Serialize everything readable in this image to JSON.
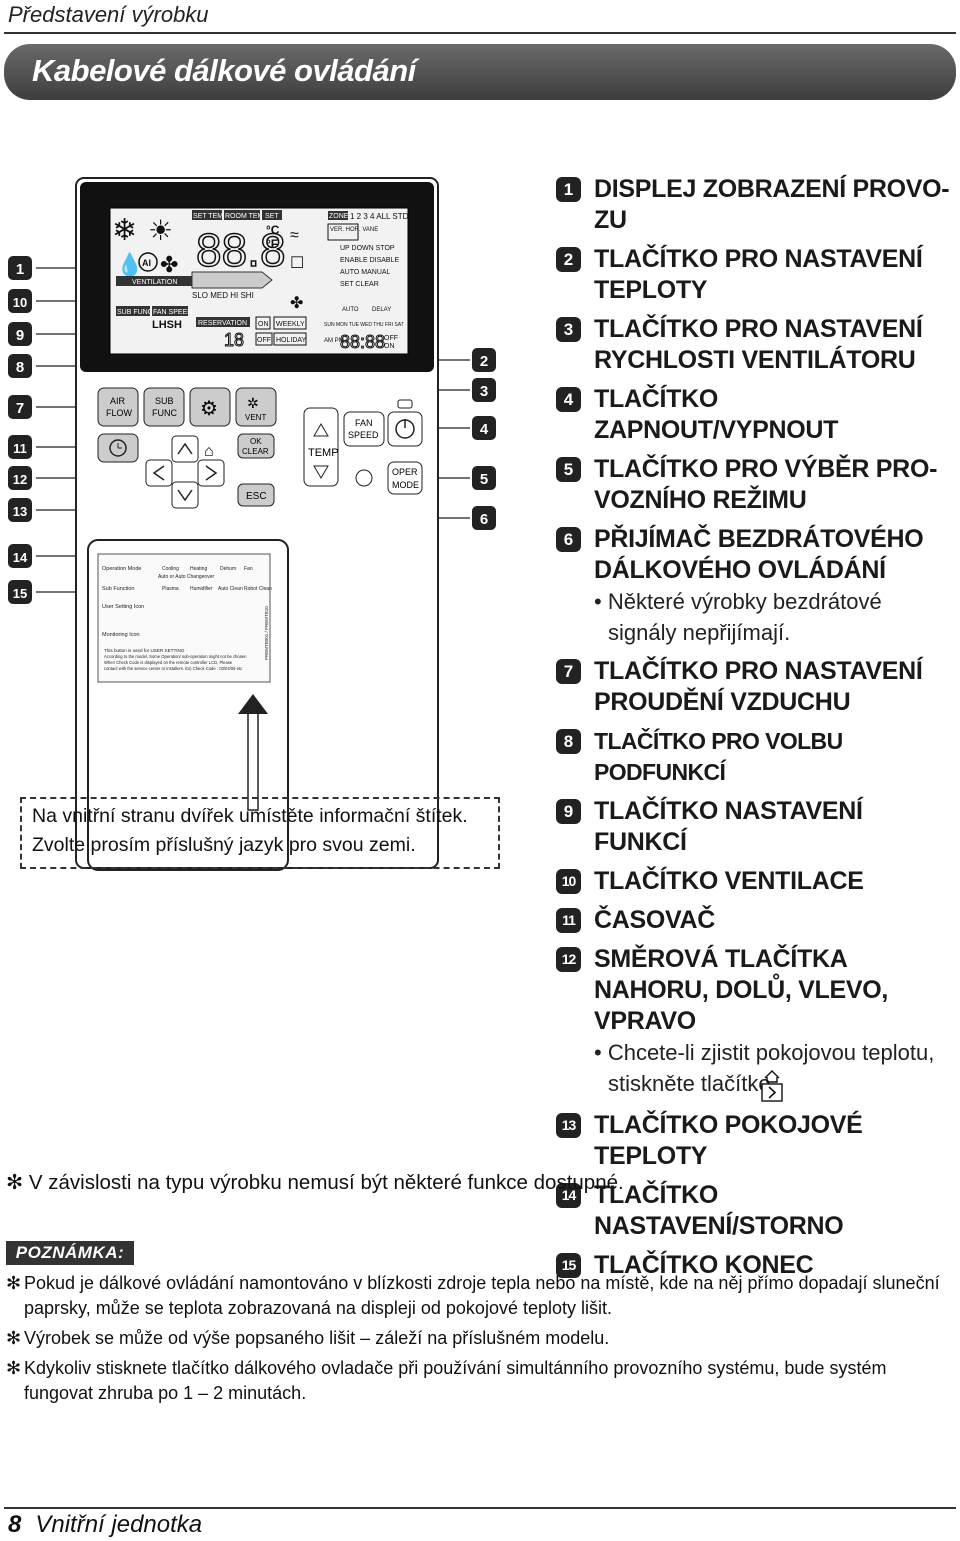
{
  "header": {
    "section": "Představení výrobku"
  },
  "banner": {
    "title": "Kabelové dálkové ovládání"
  },
  "diagram": {
    "left_callouts": [
      "1",
      "10",
      "9",
      "8",
      "7",
      "11",
      "12",
      "13",
      "14",
      "15"
    ],
    "right_callouts": [
      "2",
      "3",
      "4",
      "5",
      "6"
    ],
    "buttons": {
      "air_flow": "AIR FLOW",
      "sub_func": "SUB FUNC",
      "vent": "VENT",
      "ok_clear": "OK CLEAR",
      "esc": "ESC",
      "fan_speed": "FAN SPEED",
      "temp": "TEMP",
      "oper_mode": "OPER MODE"
    },
    "lcd": {
      "set_temp": "SET TEMP",
      "room_temp": "ROOM TEMP",
      "set": "SET",
      "ventilation": "VENTILATION",
      "sub_func": "SUB FUNC.",
      "fan_speed": "FAN SPEED",
      "speeds": "SLO  MED  HI  SHI",
      "reservation": "RESERVATION",
      "lhsh": "LHSH",
      "zone": "ZONE",
      "zone_nums": "1 2 3 4 ALL STD",
      "ver_hor": "VER. HOR. VANE",
      "up_down_stop": "UP DOWN STOP",
      "enable_disable": "ENABLE DISABLE",
      "auto_manual": "AUTO MANUAL",
      "set_clear": "SET CLEAR",
      "weekly": "WEEKLY",
      "holiday": "HOLIDAY",
      "on": "ON",
      "off": "OFF",
      "days": "SUN MON TUE WED THU FRI SAT",
      "am_pm": "AM PM",
      "delay": "DELAY",
      "auto": "AUTO"
    },
    "label_card": {
      "operation_mode": "Operation Mode",
      "sub_function": "Sub Function",
      "user_setting": "User Setting Icon",
      "monitoring": "Monitoring Icon",
      "cooling": "Cooling",
      "heating": "Heating",
      "dehum": "Dehum",
      "fan": "Fan",
      "auto_change": "Auto or Auto Changeover",
      "plasma": "Plasma",
      "humidifier": "Humidifier",
      "auto_clean": "Auto Clean",
      "robot_clean": "Robot Clean",
      "line1": "This button is used for USER SETTING",
      "line2": "According to the model, Some Operation/ sub-operation might not be chosen",
      "line3": "When Check Code is displayed on the remote controller LCD, Please",
      "line4": "contact with the service center or installers. Ex) Check Code : 03/04/05 etc",
      "side": "PREMTB001 / PREMTB10"
    },
    "callout_box": {
      "line1": "Na vnitřní stranu dvířek umístěte informační štítek.",
      "line2": "Zvolte prosím příslušný jazyk pro svou zemi."
    }
  },
  "items": [
    {
      "num": "1",
      "label": "DISPLEJ ZOBRAZENÍ PROVO-ZU"
    },
    {
      "num": "2",
      "label": "TLAČÍTKO PRO NASTAVENÍ TEPLOTY"
    },
    {
      "num": "3",
      "label": "TLAČÍTKO PRO NASTAVENÍ RYCHLOSTI VENTILÁTORU"
    },
    {
      "num": "4",
      "label": "TLAČÍTKO ZAPNOUT/VYPNOUT"
    },
    {
      "num": "5",
      "label": "TLAČÍTKO PRO VÝBĚR PRO-VOZNÍHO REŽIMU"
    },
    {
      "num": "6",
      "label": "PŘIJÍMAČ BEZDRÁTOVÉHO DÁLKOVÉHO OVLÁDÁNÍ",
      "sub": "• Některé výrobky bezdrátové signály nepřijímají."
    },
    {
      "num": "7",
      "label": "TLAČÍTKO PRO NASTAVENÍ PROUDĚNÍ VZDUCHU"
    },
    {
      "num": "8",
      "label": "TLAČÍTKO PRO VOLBU PODFUNKCÍ"
    },
    {
      "num": "9",
      "label": "TLAČÍTKO NASTAVENÍ FUNKCÍ"
    },
    {
      "num": "10",
      "label": "TLAČÍTKO VENTILACE"
    },
    {
      "num": "11",
      "label": "ČASOVAČ"
    },
    {
      "num": "12",
      "label": "SMĚROVÁ TLAČÍTKA NAHORU, DOLŮ, VLEVO, VPRAVO",
      "sub": "• Chcete-li zjistit pokojovou teplotu, stiskněte tlačítko"
    },
    {
      "num": "13",
      "label": "TLAČÍTKO POKOJOVÉ TEPLOTY"
    },
    {
      "num": "14",
      "label": "TLAČÍTKO NASTAVENÍ/STORNO"
    },
    {
      "num": "15",
      "label": "TLAČÍTKO KONEC"
    }
  ],
  "footnote": "V závislosti na typu výrobku nemusí být některé funkce dostupné.",
  "note_badge": "POZNÁMKA:",
  "notes": [
    "Pokud je dálkové ovládání namontováno v blízkosti zdroje tepla nebo na místě, kde na něj přímo dopadají sluneční paprsky, může se teplota zobrazovaná na displeji od pokojové teploty lišit.",
    "Výrobek se může od výše popsaného lišit – záleží na příslušném modelu.",
    "Kdykoliv stisknete tlačítko dálkového ovladače při používání simultánního provozního systému, bude systém fungovat zhruba po 1 – 2 minutách."
  ],
  "footer": {
    "page": "8",
    "title": "Vnitřní jednotka"
  }
}
